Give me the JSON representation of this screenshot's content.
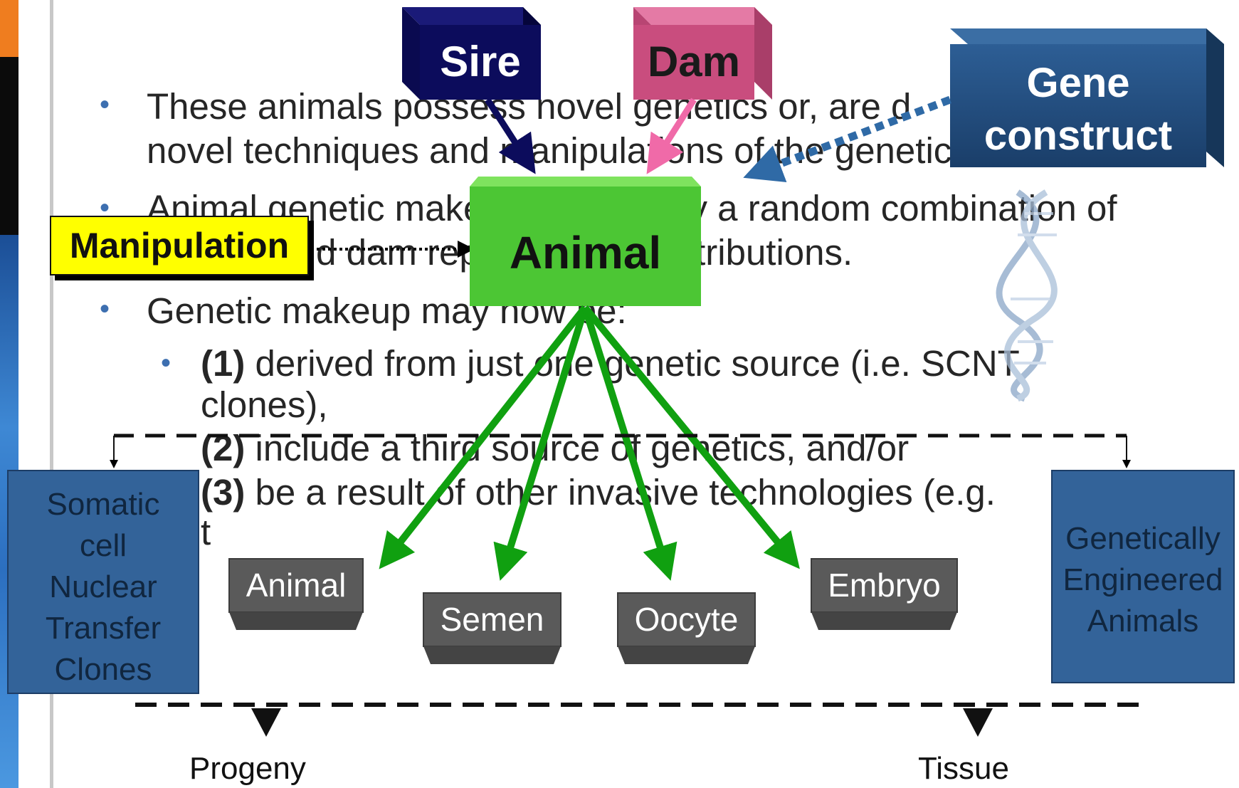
{
  "slide": {
    "bullets": [
      {
        "line1": "These animals possess novel genetics or, are d",
        "line2": "novel techniques and manipulations of the genetic material."
      },
      {
        "line1": "Animal genetic makeup is normally a random combination of",
        "line2": "the sire and dam reproductive contributions."
      },
      {
        "line1": "Genetic makeup may now be:"
      }
    ],
    "sub_items": [
      {
        "num": "(1)",
        "text": " derived from just one genetic source (i.e. SCNT",
        "cont": "clones),"
      },
      {
        "num": "(2)",
        "text": " include a third source of genetics, and/or"
      },
      {
        "num": "(3)",
        "text": " be a result of other invasive technologies (e.g.",
        "cont": "t"
      }
    ]
  },
  "diagram": {
    "sire": "Sire",
    "dam": "Dam",
    "gene_construct": [
      "Gene",
      "construct"
    ],
    "animal": "Animal",
    "manipulation": "Manipulation",
    "products": [
      "Animal",
      "Semen",
      "Oocyte",
      "Embryo"
    ],
    "left_box": [
      "Somatic",
      "cell",
      "Nuclear",
      "Transfer",
      "Clones"
    ],
    "right_box": [
      "Genetically",
      "Engineered",
      "Animals"
    ],
    "outputs": [
      "Progeny",
      "Tissue"
    ]
  },
  "colors": {
    "sire": "#0c0c5c",
    "dam": "#c94d7e",
    "gene_construct": "#1f4a7a",
    "animal": "#4cc634",
    "product_box": "#5a5a5a",
    "arrow_green": "#10a010",
    "arrow_blue": "#2f6aa6",
    "side_box": "#336399",
    "manipulation": "#ffff00"
  }
}
